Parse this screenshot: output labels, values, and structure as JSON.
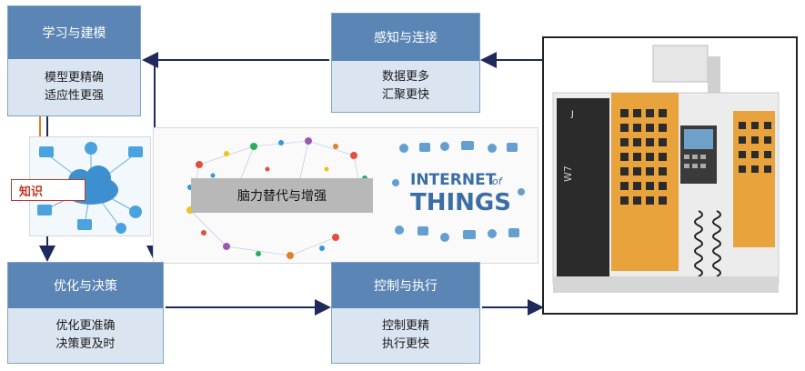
{
  "stages": {
    "learning": {
      "title": "学习与建模",
      "lines": [
        "模型更精确",
        "适应性更强"
      ]
    },
    "sensing": {
      "title": "感知与连接",
      "lines": [
        "数据更多",
        "汇聚更快"
      ]
    },
    "optimize": {
      "title": "优化与决策",
      "lines": [
        "优化更准确",
        "决策更及时"
      ]
    },
    "control": {
      "title": "控制与执行",
      "lines": [
        "控制更精",
        "执行更快"
      ]
    }
  },
  "center": {
    "caption": "脑力替代与增强"
  },
  "knowledge_label": "知识",
  "iot": {
    "line1": "INTERNET",
    "of": "of",
    "line2": "THINGS"
  },
  "machine": {
    "label": "W7"
  },
  "colors": {
    "header": "#5b85b5",
    "body": "#dbe5f1",
    "arrow": "#1f2a5c",
    "knowledge": "#c0392b",
    "accent_orange": "#e8a33c"
  }
}
